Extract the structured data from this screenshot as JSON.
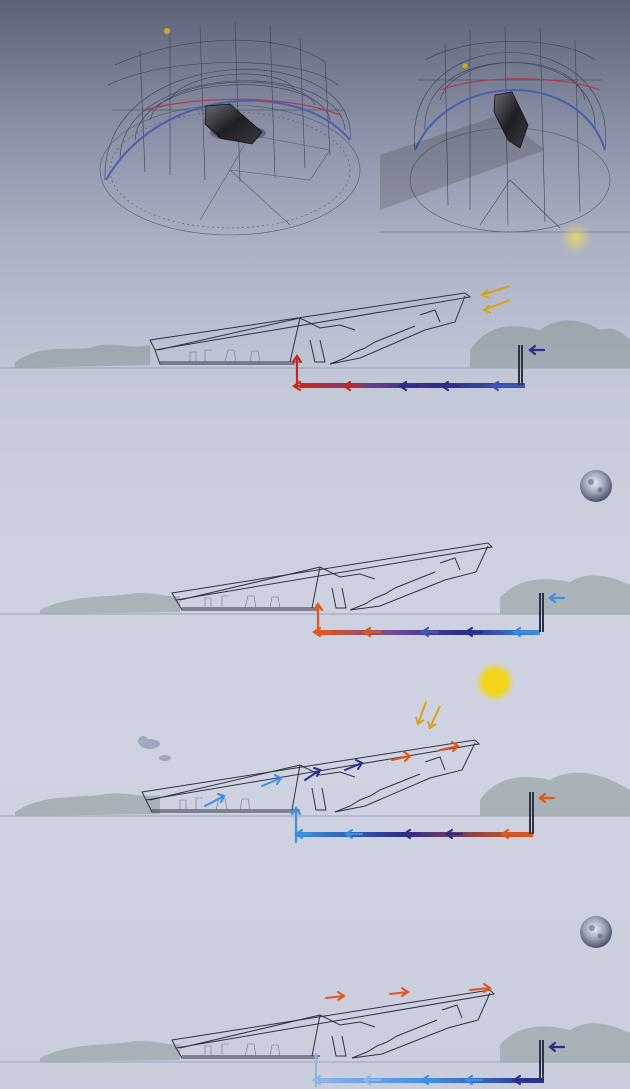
{
  "colors": {
    "sun": "#f2d41c",
    "sun_arrow": "#d9a21c",
    "hot": "#e0571b",
    "hot_red": "#c8281a",
    "mid_blue": "#3f56b8",
    "deep": "#2c2d86",
    "cool": "#3f8fe0",
    "pale_blue": "#8fb4e6",
    "line": "#2d3446",
    "sky_dome": "#4b5fb0"
  },
  "icons": {
    "sun": "sun-icon",
    "moon": "moon-icon",
    "cloud": "cloud-icon"
  },
  "scenes": [
    {
      "id": "summer-day",
      "celestial": "sun-faint"
    },
    {
      "id": "summer-night",
      "celestial": "moon"
    },
    {
      "id": "winter-day",
      "celestial": "sun"
    },
    {
      "id": "winter-night",
      "celestial": "moon"
    }
  ]
}
